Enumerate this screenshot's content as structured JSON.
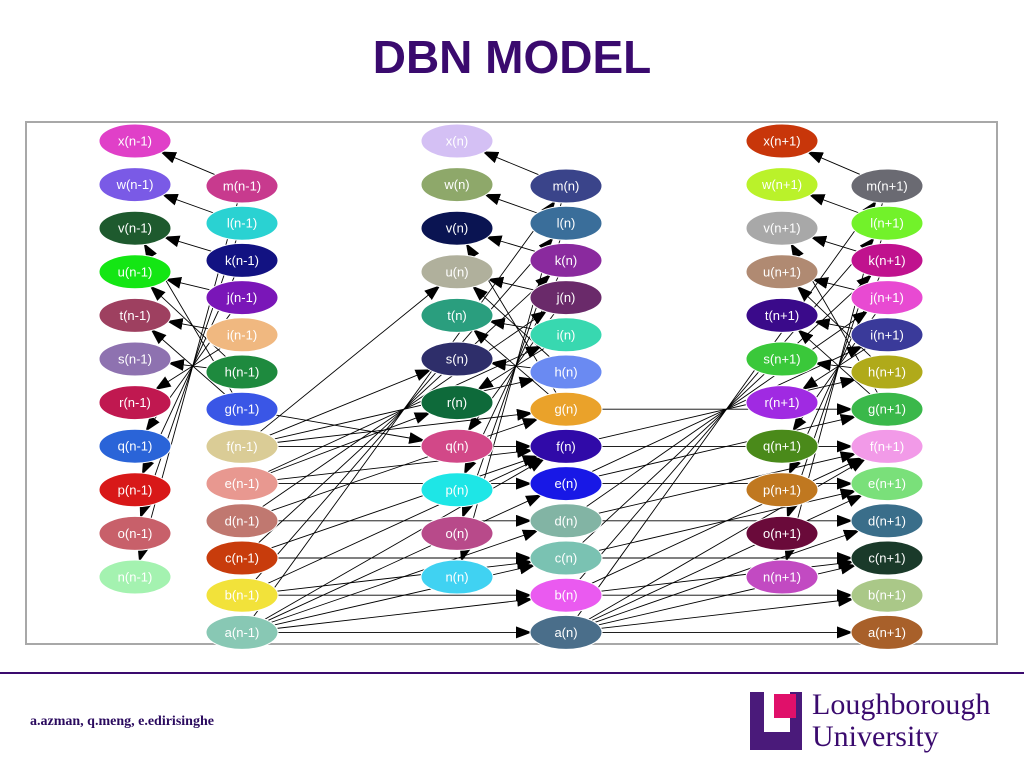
{
  "slide": {
    "title": "DBN MODEL",
    "authors": "a.azman, q.meng, e.edirisinghe",
    "logo": {
      "line1": "Loughborough",
      "line2": "University"
    }
  },
  "diagram": {
    "nodes": [
      {
        "id": "x(n-1)",
        "label": "x(n-1)",
        "color": "#e040c8"
      },
      {
        "id": "w(n-1)",
        "label": "w(n-1)",
        "color": "#7a5ae6"
      },
      {
        "id": "v(n-1)",
        "label": "v(n-1)",
        "color": "#1e5a2e"
      },
      {
        "id": "u(n-1)",
        "label": "u(n-1)",
        "color": "#14e614"
      },
      {
        "id": "t(n-1)",
        "label": "t(n-1)",
        "color": "#9e4060"
      },
      {
        "id": "s(n-1)",
        "label": "s(n-1)",
        "color": "#8e72b0"
      },
      {
        "id": "r(n-1)",
        "label": "r(n-1)",
        "color": "#c01850"
      },
      {
        "id": "q(n-1)",
        "label": "q(n-1)",
        "color": "#2a64d8"
      },
      {
        "id": "p(n-1)",
        "label": "p(n-1)",
        "color": "#d81818"
      },
      {
        "id": "o(n-1)",
        "label": "o(n-1)",
        "color": "#c8606a"
      },
      {
        "id": "n(n-1)",
        "label": "n(n-1)",
        "color": "#a4f2b0"
      },
      {
        "id": "m(n-1)",
        "label": "m(n-1)",
        "color": "#c83a8e"
      },
      {
        "id": "l(n-1)",
        "label": "l(n-1)",
        "color": "#2ad2d2"
      },
      {
        "id": "k(n-1)",
        "label": "k(n-1)",
        "color": "#121282"
      },
      {
        "id": "j(n-1)",
        "label": "j(n-1)",
        "color": "#7a16b8"
      },
      {
        "id": "i(n-1)",
        "label": "i(n-1)",
        "color": "#f0b880"
      },
      {
        "id": "h(n-1)",
        "label": "h(n-1)",
        "color": "#1e8a3e"
      },
      {
        "id": "g(n-1)",
        "label": "g(n-1)",
        "color": "#3a56e6"
      },
      {
        "id": "f(n-1)",
        "label": "f(n-1)",
        "color": "#dacc96"
      },
      {
        "id": "e(n-1)",
        "label": "e(n-1)",
        "color": "#e89890"
      },
      {
        "id": "d(n-1)",
        "label": "d(n-1)",
        "color": "#c07870"
      },
      {
        "id": "c(n-1)",
        "label": "c(n-1)",
        "color": "#c83c0c"
      },
      {
        "id": "b(n-1)",
        "label": "b(n-1)",
        "color": "#f2e23a"
      },
      {
        "id": "a(n-1)",
        "label": "a(n-1)",
        "color": "#88c8b4"
      },
      {
        "id": "x(n)",
        "label": "x(n)",
        "color": "#d4c0f4"
      },
      {
        "id": "w(n)",
        "label": "w(n)",
        "color": "#8ea86a"
      },
      {
        "id": "v(n)",
        "label": "v(n)",
        "color": "#0a1452"
      },
      {
        "id": "u(n)",
        "label": "u(n)",
        "color": "#b0b09c"
      },
      {
        "id": "t(n)",
        "label": "t(n)",
        "color": "#2a9e7e"
      },
      {
        "id": "s(n)",
        "label": "s(n)",
        "color": "#2e2e6a"
      },
      {
        "id": "r(n)",
        "label": "r(n)",
        "color": "#0e6a3a"
      },
      {
        "id": "q(n)",
        "label": "q(n)",
        "color": "#d24888"
      },
      {
        "id": "p(n)",
        "label": "p(n)",
        "color": "#1ee6e6"
      },
      {
        "id": "o(n)",
        "label": "o(n)",
        "color": "#b84a8a"
      },
      {
        "id": "n(n)",
        "label": "n(n)",
        "color": "#40d2f2"
      },
      {
        "id": "m(n)",
        "label": "m(n)",
        "color": "#3a448a"
      },
      {
        "id": "l(n)",
        "label": "l(n)",
        "color": "#3a6e9a"
      },
      {
        "id": "k(n)",
        "label": "k(n)",
        "color": "#8a2a9e"
      },
      {
        "id": "j(n)",
        "label": "j(n)",
        "color": "#6a2a6a"
      },
      {
        "id": "i(n)",
        "label": "i(n)",
        "color": "#38d8b0"
      },
      {
        "id": "h(n)",
        "label": "h(n)",
        "color": "#6a8af2"
      },
      {
        "id": "g(n)",
        "label": "g(n)",
        "color": "#eaa22a"
      },
      {
        "id": "f(n)",
        "label": "f(n)",
        "color": "#300aa8"
      },
      {
        "id": "e(n)",
        "label": "e(n)",
        "color": "#1818e6"
      },
      {
        "id": "d(n)",
        "label": "d(n)",
        "color": "#82b4a4"
      },
      {
        "id": "c(n)",
        "label": "c(n)",
        "color": "#7ac2b2"
      },
      {
        "id": "b(n)",
        "label": "b(n)",
        "color": "#ea5af0"
      },
      {
        "id": "a(n)",
        "label": "a(n)",
        "color": "#4a6e8a"
      },
      {
        "id": "x(n+1)",
        "label": "x(n+1)",
        "color": "#c8360a"
      },
      {
        "id": "w(n+1)",
        "label": "w(n+1)",
        "color": "#baf22a"
      },
      {
        "id": "v(n+1)",
        "label": "v(n+1)",
        "color": "#a8a8a8"
      },
      {
        "id": "u(n+1)",
        "label": "u(n+1)",
        "color": "#b08a72"
      },
      {
        "id": "t(n+1)",
        "label": "t(n+1)",
        "color": "#3a0a8a"
      },
      {
        "id": "s(n+1)",
        "label": "s(n+1)",
        "color": "#3ac83a"
      },
      {
        "id": "r(n+1)",
        "label": "r(n+1)",
        "color": "#a02ae2"
      },
      {
        "id": "q(n+1)",
        "label": "q(n+1)",
        "color": "#4a8a1a"
      },
      {
        "id": "p(n+1)",
        "label": "p(n+1)",
        "color": "#c07820"
      },
      {
        "id": "o(n+1)",
        "label": "o(n+1)",
        "color": "#6a0a3a"
      },
      {
        "id": "n(n+1)",
        "label": "n(n+1)",
        "color": "#c24ac2"
      },
      {
        "id": "m(n+1)",
        "label": "m(n+1)",
        "color": "#6a6a72"
      },
      {
        "id": "l(n+1)",
        "label": "l(n+1)",
        "color": "#72f22a"
      },
      {
        "id": "k(n+1)",
        "label": "k(n+1)",
        "color": "#c0128e"
      },
      {
        "id": "j(n+1)",
        "label": "j(n+1)",
        "color": "#e84ad2"
      },
      {
        "id": "i(n+1)",
        "label": "i(n+1)",
        "color": "#3a3a9a"
      },
      {
        "id": "h(n+1)",
        "label": "h(n+1)",
        "color": "#b0aa1a"
      },
      {
        "id": "g(n+1)",
        "label": "g(n+1)",
        "color": "#3ab84a"
      },
      {
        "id": "f(n+1)",
        "label": "f(n+1)",
        "color": "#f29ae8"
      },
      {
        "id": "e(n+1)",
        "label": "e(n+1)",
        "color": "#7ae07a"
      },
      {
        "id": "d(n+1)",
        "label": "d(n+1)",
        "color": "#3a6e8a"
      },
      {
        "id": "c(n+1)",
        "label": "c(n+1)",
        "color": "#1a3a2a"
      },
      {
        "id": "b(n+1)",
        "label": "b(n+1)",
        "color": "#aac888"
      },
      {
        "id": "a(n+1)",
        "label": "a(n+1)",
        "color": "#a8602a"
      }
    ],
    "edges": [
      [
        "a(n-1)",
        "a(n)"
      ],
      [
        "b(n-1)",
        "b(n)"
      ],
      [
        "c(n-1)",
        "c(n)"
      ],
      [
        "d(n-1)",
        "d(n)"
      ],
      [
        "e(n-1)",
        "e(n)"
      ],
      [
        "f(n-1)",
        "f(n)"
      ],
      [
        "a(n)",
        "a(n+1)"
      ],
      [
        "b(n)",
        "b(n+1)"
      ],
      [
        "c(n)",
        "c(n+1)"
      ],
      [
        "d(n)",
        "d(n+1)"
      ],
      [
        "e(n)",
        "e(n+1)"
      ],
      [
        "f(n)",
        "f(n+1)"
      ],
      [
        "a(n-1)",
        "b(n)"
      ],
      [
        "a(n-1)",
        "c(n)"
      ],
      [
        "a(n-1)",
        "d(n)"
      ],
      [
        "a(n-1)",
        "e(n)"
      ],
      [
        "a(n-1)",
        "f(n)"
      ],
      [
        "b(n-1)",
        "c(n)"
      ],
      [
        "b(n-1)",
        "f(n)"
      ],
      [
        "c(n-1)",
        "f(n)"
      ],
      [
        "d(n-1)",
        "g(n)"
      ],
      [
        "e(n-1)",
        "f(n)"
      ],
      [
        "f(n-1)",
        "g(n)"
      ],
      [
        "a(n-1)",
        "m(n)"
      ],
      [
        "b(n-1)",
        "l(n)"
      ],
      [
        "c(n-1)",
        "k(n)"
      ],
      [
        "d(n-1)",
        "j(n)"
      ],
      [
        "e(n-1)",
        "i(n)"
      ],
      [
        "f(n-1)",
        "h(n)"
      ],
      [
        "a(n)",
        "b(n+1)"
      ],
      [
        "a(n)",
        "c(n+1)"
      ],
      [
        "a(n)",
        "d(n+1)"
      ],
      [
        "a(n)",
        "e(n+1)"
      ],
      [
        "a(n)",
        "f(n+1)"
      ],
      [
        "b(n)",
        "c(n+1)"
      ],
      [
        "b(n)",
        "f(n+1)"
      ],
      [
        "c(n)",
        "e(n+1)"
      ],
      [
        "d(n)",
        "f(n+1)"
      ],
      [
        "e(n)",
        "g(n+1)"
      ],
      [
        "a(n)",
        "m(n+1)"
      ],
      [
        "b(n)",
        "l(n+1)"
      ],
      [
        "c(n)",
        "k(n+1)"
      ],
      [
        "d(n)",
        "j(n+1)"
      ],
      [
        "e(n)",
        "i(n+1)"
      ],
      [
        "f(n)",
        "h(n+1)"
      ],
      [
        "g(n)",
        "g(n+1)"
      ],
      [
        "m(n-1)",
        "n(n-1)"
      ],
      [
        "l(n-1)",
        "o(n-1)"
      ],
      [
        "k(n-1)",
        "p(n-1)"
      ],
      [
        "j(n-1)",
        "q(n-1)"
      ],
      [
        "i(n-1)",
        "r(n-1)"
      ],
      [
        "h(n-1)",
        "s(n-1)"
      ],
      [
        "g(n-1)",
        "t(n-1)"
      ],
      [
        "i(n-1)",
        "t(n-1)"
      ],
      [
        "j(n-1)",
        "u(n-1)"
      ],
      [
        "k(n-1)",
        "v(n-1)"
      ],
      [
        "l(n-1)",
        "w(n-1)"
      ],
      [
        "m(n-1)",
        "x(n-1)"
      ],
      [
        "h(n-1)",
        "u(n-1)"
      ],
      [
        "g(n-1)",
        "v(n-1)"
      ],
      [
        "m(n)",
        "n(n)"
      ],
      [
        "l(n)",
        "o(n)"
      ],
      [
        "k(n)",
        "p(n)"
      ],
      [
        "j(n)",
        "q(n)"
      ],
      [
        "i(n)",
        "r(n)"
      ],
      [
        "h(n)",
        "s(n)"
      ],
      [
        "g(n)",
        "t(n)"
      ],
      [
        "i(n)",
        "t(n)"
      ],
      [
        "j(n)",
        "u(n)"
      ],
      [
        "k(n)",
        "v(n)"
      ],
      [
        "l(n)",
        "w(n)"
      ],
      [
        "m(n)",
        "x(n)"
      ],
      [
        "h(n)",
        "u(n)"
      ],
      [
        "g(n)",
        "v(n)"
      ],
      [
        "m(n+1)",
        "n(n+1)"
      ],
      [
        "l(n+1)",
        "o(n+1)"
      ],
      [
        "k(n+1)",
        "p(n+1)"
      ],
      [
        "j(n+1)",
        "q(n+1)"
      ],
      [
        "i(n+1)",
        "r(n+1)"
      ],
      [
        "h(n+1)",
        "s(n+1)"
      ],
      [
        "g(n+1)",
        "t(n+1)"
      ],
      [
        "i(n+1)",
        "t(n+1)"
      ],
      [
        "j(n+1)",
        "u(n+1)"
      ],
      [
        "k(n+1)",
        "v(n+1)"
      ],
      [
        "l(n+1)",
        "w(n+1)"
      ],
      [
        "m(n+1)",
        "x(n+1)"
      ],
      [
        "h(n+1)",
        "u(n+1)"
      ],
      [
        "g(n+1)",
        "v(n+1)"
      ],
      [
        "f(n-1)",
        "s(n)"
      ],
      [
        "f(n-1)",
        "u(n)"
      ],
      [
        "g(n-1)",
        "q(n)"
      ],
      [
        "e(n-1)",
        "r(n)"
      ]
    ]
  }
}
